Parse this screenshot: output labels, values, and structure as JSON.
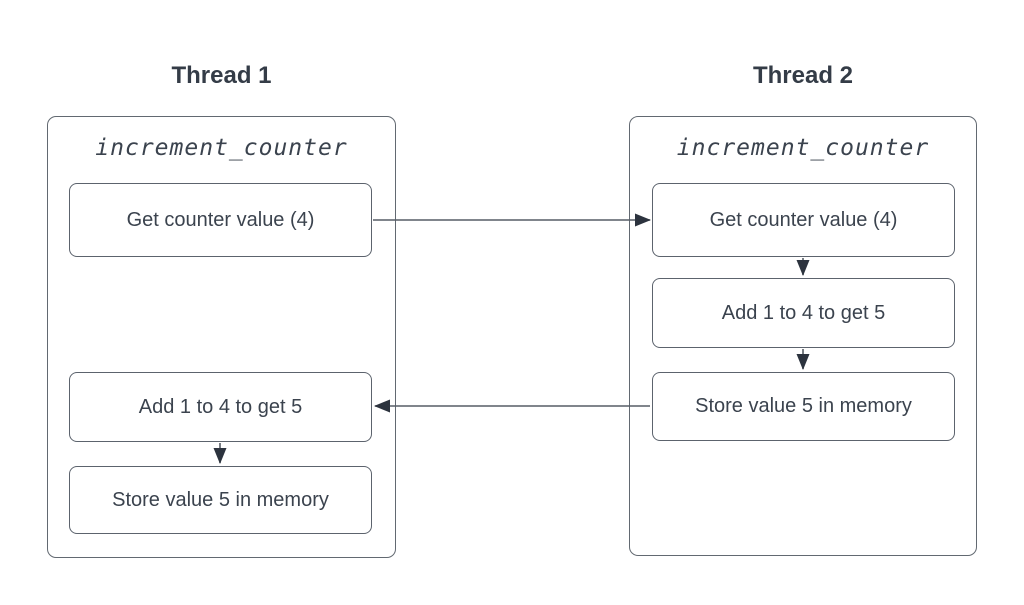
{
  "diagram": {
    "description": "Race condition between two threads incrementing a shared counter",
    "threads": [
      {
        "title": "Thread 1",
        "function_label": "increment_counter",
        "steps": [
          "Get counter value (4)",
          "Add 1 to 4 to get 5",
          "Store value 5 in memory"
        ]
      },
      {
        "title": "Thread 2",
        "function_label": "increment_counter",
        "steps": [
          "Get counter value (4)",
          "Add 1 to 4 to get 5",
          "Store value 5 in memory"
        ]
      }
    ],
    "arrows": [
      {
        "from": "thread1.get-counter-value",
        "to": "thread2.get-counter-value",
        "direction": "right"
      },
      {
        "from": "thread2.get-counter-value",
        "to": "thread2.add-1",
        "direction": "down"
      },
      {
        "from": "thread2.add-1",
        "to": "thread2.store-value",
        "direction": "down"
      },
      {
        "from": "thread2.store-value",
        "to": "thread1.add-1",
        "direction": "left"
      },
      {
        "from": "thread1.add-1",
        "to": "thread1.store-value",
        "direction": "down"
      }
    ],
    "colors": {
      "background": "#ffffff",
      "box_border": "#5c636d",
      "container_border": "#626971",
      "text": "#3b434e",
      "title_text": "#343c47",
      "line": "#565d66",
      "arrowhead": "#2c333e"
    }
  }
}
